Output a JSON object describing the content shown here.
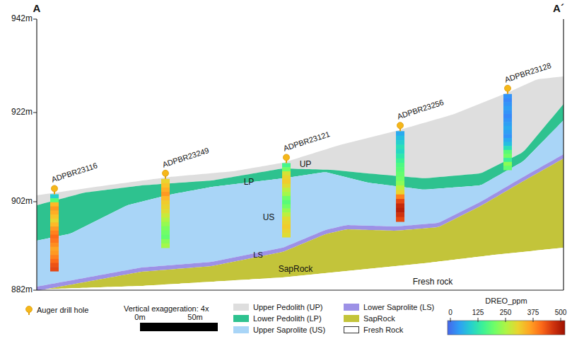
{
  "diagram": {
    "labels": [
      "A",
      "A´",
      "942m",
      "922m",
      "902m",
      "882m",
      "ADPBR23116",
      "ADPBR23249",
      "ADPBR23121",
      "ADPBR23256",
      "ADPBR23128",
      "UP",
      "LP",
      "US",
      "LS",
      "SapRock",
      "Fresh rock",
      "Vertical exaggeration: 4x",
      "0m",
      "50m",
      "DREO_ppm",
      "0",
      "125",
      "250",
      "375",
      "500"
    ],
    "legend": [
      {
        "text": "Auger drill hole"
      },
      {
        "text": "Upper Pedolith (UP)",
        "color": "#dedede"
      },
      {
        "text": "Lower Pedolith (LP)",
        "color": "#2ec28f"
      },
      {
        "text": "Upper Saprolite (US)",
        "color": "#a9d5f7"
      },
      {
        "text": "Lower Saprolite (LS)",
        "color": "#9d91e6"
      },
      {
        "text": "SapRock",
        "color": "#c3c43a"
      },
      {
        "text": "Fresh Rock",
        "color": "#ffffff"
      }
    ]
  }
}
